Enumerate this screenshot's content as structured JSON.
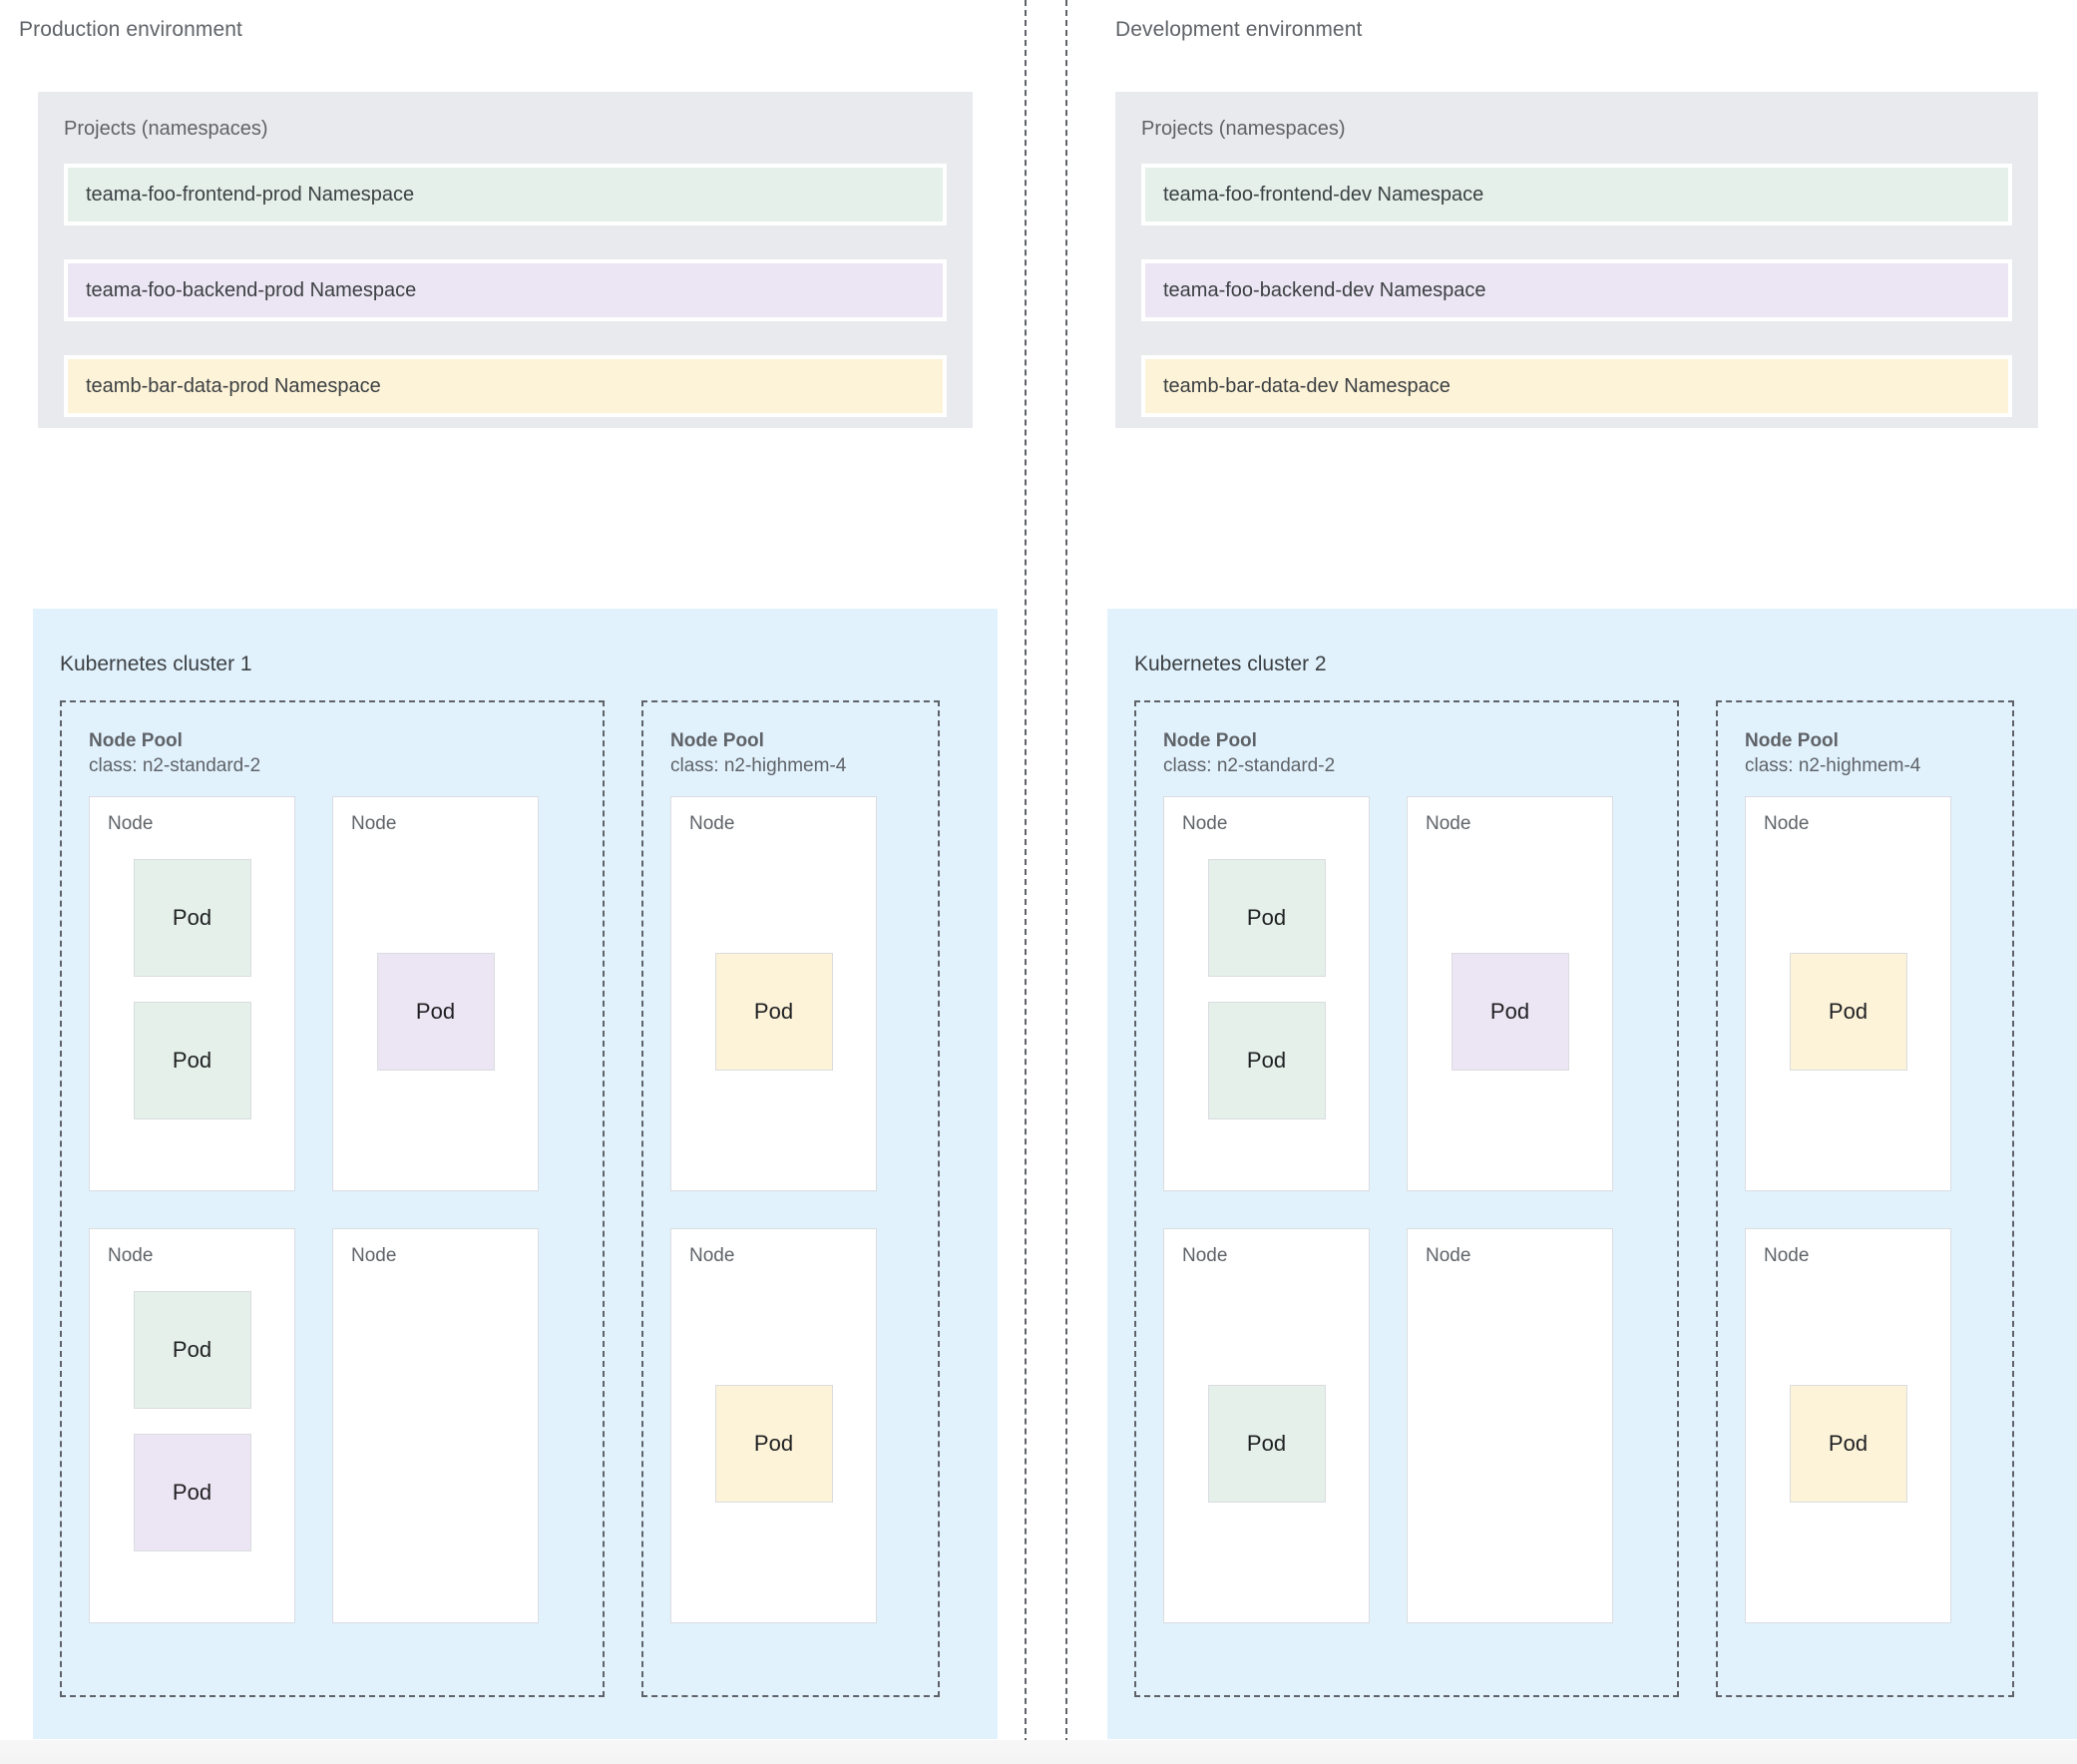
{
  "colors": {
    "green": "#e4f0e9",
    "purple": "#ece5f3",
    "yellow": "#fdf3d8",
    "cluster_blue": "#e1f2fd",
    "panel_gray": "#e8eaed",
    "text_gray": "#5f6368"
  },
  "environments": [
    {
      "title": "Production environment",
      "projects": {
        "title": "Projects (namespaces)",
        "namespaces": [
          {
            "label": "teama-foo-frontend-prod Namespace",
            "color": "green"
          },
          {
            "label": "teama-foo-backend-prod Namespace",
            "color": "purple"
          },
          {
            "label": "teamb-bar-data-prod Namespace",
            "color": "yellow"
          }
        ]
      },
      "cluster": {
        "title": "Kubernetes cluster 1",
        "pools": [
          {
            "name": "Node Pool",
            "class": "class: n2-standard-2",
            "size": "standard",
            "nodes": [
              {
                "label": "Node",
                "align": "top",
                "pods": [
                  {
                    "label": "Pod",
                    "color": "green"
                  },
                  {
                    "label": "Pod",
                    "color": "green"
                  }
                ]
              },
              {
                "label": "Node",
                "align": "center",
                "pods": [
                  {
                    "label": "Pod",
                    "color": "purple"
                  }
                ]
              },
              {
                "label": "Node",
                "align": "top",
                "pods": [
                  {
                    "label": "Pod",
                    "color": "green"
                  },
                  {
                    "label": "Pod",
                    "color": "purple"
                  }
                ]
              },
              {
                "label": "Node",
                "align": "center",
                "pods": []
              }
            ]
          },
          {
            "name": "Node Pool",
            "class": "class: n2-highmem-4",
            "size": "highmem",
            "nodes": [
              {
                "label": "Node",
                "align": "center",
                "pods": [
                  {
                    "label": "Pod",
                    "color": "yellow"
                  }
                ]
              },
              {
                "label": "Node",
                "align": "center",
                "pods": [
                  {
                    "label": "Pod",
                    "color": "yellow"
                  }
                ]
              }
            ]
          }
        ]
      }
    },
    {
      "title": "Development environment",
      "projects": {
        "title": "Projects (namespaces)",
        "namespaces": [
          {
            "label": "teama-foo-frontend-dev Namespace",
            "color": "green"
          },
          {
            "label": "teama-foo-backend-dev Namespace",
            "color": "purple"
          },
          {
            "label": "teamb-bar-data-dev Namespace",
            "color": "yellow"
          }
        ]
      },
      "cluster": {
        "title": "Kubernetes cluster 2",
        "pools": [
          {
            "name": "Node Pool",
            "class": "class: n2-standard-2",
            "size": "standard",
            "nodes": [
              {
                "label": "Node",
                "align": "top",
                "pods": [
                  {
                    "label": "Pod",
                    "color": "green"
                  },
                  {
                    "label": "Pod",
                    "color": "green"
                  }
                ]
              },
              {
                "label": "Node",
                "align": "center",
                "pods": [
                  {
                    "label": "Pod",
                    "color": "purple"
                  }
                ]
              },
              {
                "label": "Node",
                "align": "center",
                "pods": [
                  {
                    "label": "Pod",
                    "color": "green"
                  }
                ]
              },
              {
                "label": "Node",
                "align": "center",
                "pods": []
              }
            ]
          },
          {
            "name": "Node Pool",
            "class": "class: n2-highmem-4",
            "size": "highmem",
            "nodes": [
              {
                "label": "Node",
                "align": "center",
                "pods": [
                  {
                    "label": "Pod",
                    "color": "yellow"
                  }
                ]
              },
              {
                "label": "Node",
                "align": "center",
                "pods": [
                  {
                    "label": "Pod",
                    "color": "yellow"
                  }
                ]
              }
            ]
          }
        ]
      }
    }
  ]
}
